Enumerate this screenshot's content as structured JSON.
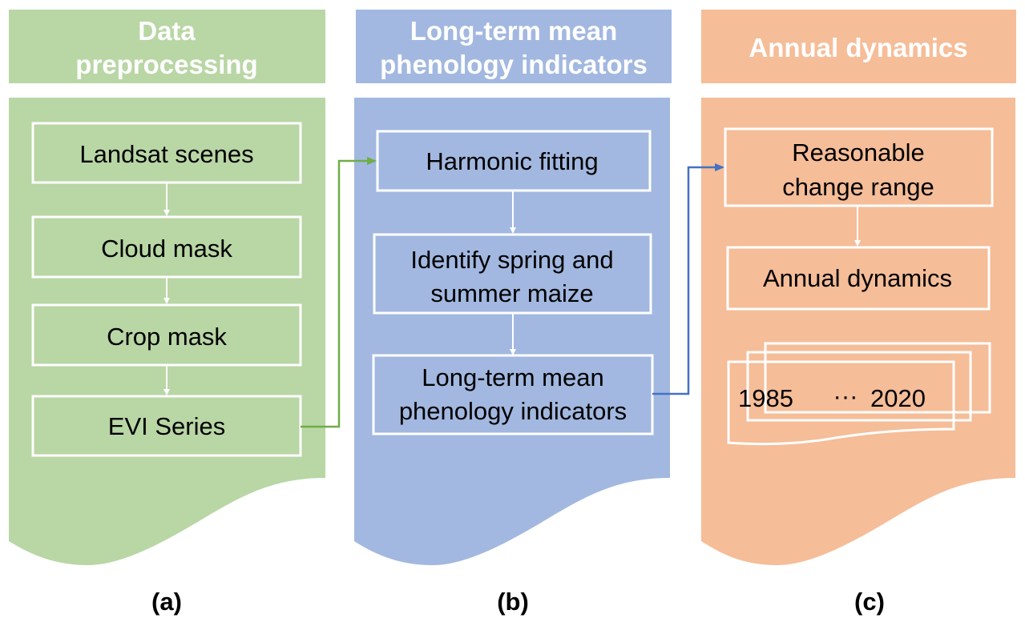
{
  "colors": {
    "green": "#b9d6a5",
    "blue": "#a2b8e0",
    "orange": "#f5bd98",
    "green_connector": "#70ad47",
    "blue_connector": "#4472c4"
  },
  "panels": [
    {
      "id": "a",
      "header": [
        "Data",
        "preprocessing"
      ],
      "steps": [
        {
          "lines": [
            "Landsat scenes"
          ]
        },
        {
          "lines": [
            "Cloud mask"
          ]
        },
        {
          "lines": [
            "Crop mask"
          ]
        },
        {
          "lines": [
            "EVI Series"
          ]
        }
      ],
      "caption": "(a)"
    },
    {
      "id": "b",
      "header": [
        "Long-term mean",
        "phenology indicators"
      ],
      "steps": [
        {
          "lines": [
            "Harmonic fitting"
          ]
        },
        {
          "lines": [
            "Identify spring and",
            "summer maize"
          ]
        },
        {
          "lines": [
            "Long-term mean",
            "phenology indicators"
          ]
        }
      ],
      "caption": "(b)"
    },
    {
      "id": "c",
      "header": [
        "Annual dynamics"
      ],
      "steps": [
        {
          "lines": [
            "Reasonable",
            "change range"
          ]
        },
        {
          "lines": [
            "Annual dynamics"
          ]
        }
      ],
      "stack": {
        "start_year": "1985",
        "ellipsis": "···",
        "end_year": "2020"
      },
      "caption": "(c)"
    }
  ],
  "connectors": [
    {
      "from": "EVI Series",
      "to": "Harmonic fitting"
    },
    {
      "from": "Long-term mean phenology indicators",
      "to": "Reasonable change range"
    }
  ]
}
